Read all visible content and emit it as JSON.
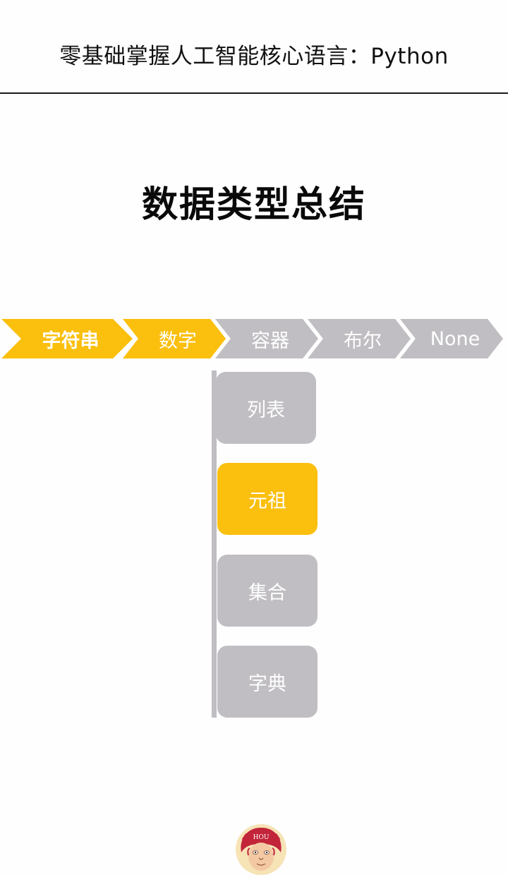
{
  "header": {
    "title": "零基础掌握人工智能核心语言：Python"
  },
  "main": {
    "title": "数据类型总结"
  },
  "type_tabs": [
    {
      "label": "字符串",
      "state": "active"
    },
    {
      "label": "数字",
      "state": "active"
    },
    {
      "label": "容器",
      "state": "inactive"
    },
    {
      "label": "布尔",
      "state": "inactive"
    },
    {
      "label": "None",
      "state": "inactive"
    }
  ],
  "container_items": [
    {
      "label": "列表",
      "state": "inactive"
    },
    {
      "label": "元祖",
      "state": "highlighted"
    },
    {
      "label": "集合",
      "state": "inactive"
    },
    {
      "label": "字典",
      "state": "inactive"
    }
  ],
  "logo": {
    "text": "HOU"
  },
  "colors": {
    "accent": "#fbbf0d",
    "inactive": "#c0bec2",
    "text_dark": "#0a0a0a",
    "background": "#fefefe"
  }
}
